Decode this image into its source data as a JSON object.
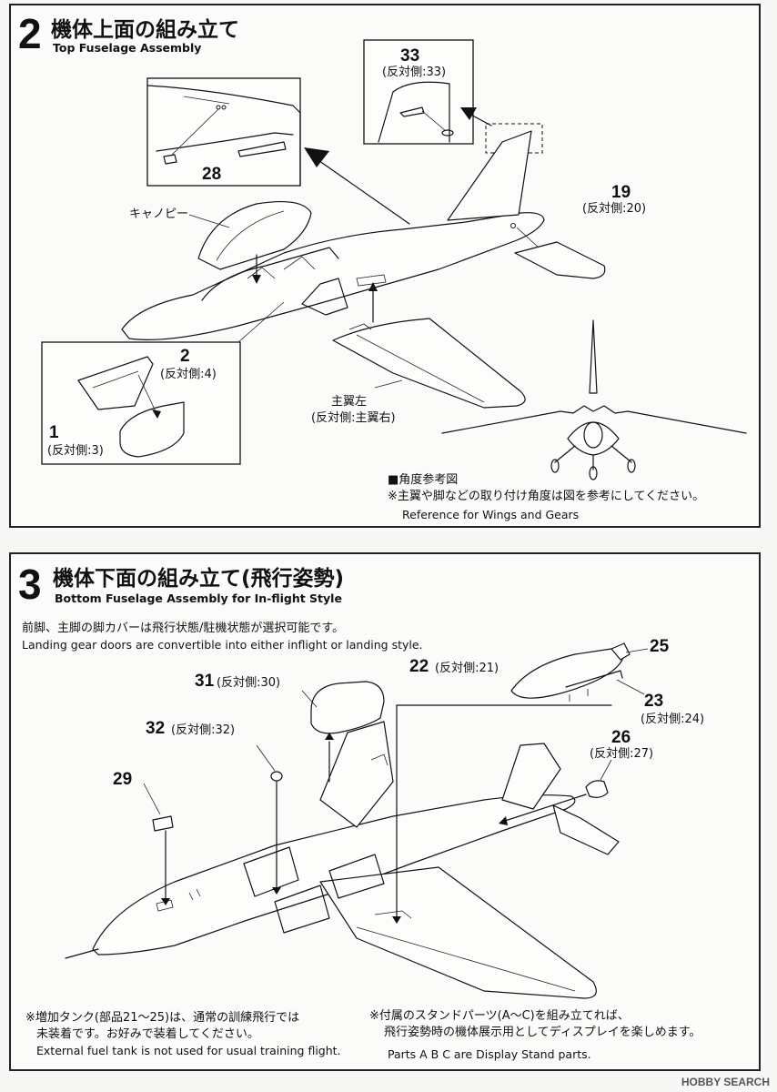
{
  "step2": {
    "number": "2",
    "title_ja": "機体上面の組み立て",
    "title_en": "Top Fuselage Assembly",
    "parts": {
      "p33": {
        "num": "33",
        "opp": "(反対側:33)"
      },
      "p28": {
        "num": "28"
      },
      "p19": {
        "num": "19",
        "opp": "(反対側:20)"
      },
      "p2": {
        "num": "2",
        "opp": "(反対側:4)"
      },
      "p1": {
        "num": "1",
        "opp": "(反対側:3)"
      }
    },
    "canopy_label": "キャノピー",
    "main_wing_label": "主翼左",
    "main_wing_opp": "(反対側:主翼右)",
    "angle_ref_title": "■角度参考図",
    "angle_ref_note": "※主翼や脚などの取り付け角度は図を参考にしてください。",
    "angle_ref_en": "Reference for Wings and Gears"
  },
  "step3": {
    "number": "3",
    "title_ja": "機体下面の組み立て(飛行姿勢)",
    "title_en": "Bottom Fuselage Assembly for In-flight Style",
    "intro_ja": "前脚、主脚の脚カバーは飛行状態/駐機状態が選択可能です。",
    "intro_en": "Landing gear doors are convertible into either inflight or landing style.",
    "parts": {
      "p31": {
        "num": "31",
        "opp": "(反対側:30)"
      },
      "p32": {
        "num": "32",
        "opp": "(反対側:32)"
      },
      "p29": {
        "num": "29"
      },
      "p22": {
        "num": "22",
        "opp": "(反対側:21)"
      },
      "p25": {
        "num": "25"
      },
      "p23": {
        "num": "23",
        "opp": "(反対側:24)"
      },
      "p26": {
        "num": "26",
        "opp": "(反対側:27)"
      }
    },
    "tank_note_line1": "※増加タンク(部品21〜25)は、通常の訓練飛行では",
    "tank_note_line2": "未装着です。お好みで装着してください。",
    "tank_note_en": "External fuel tank is not used for usual training flight.",
    "stand_note_line1": "※付属のスタンドパーツ(A〜C)を組み立てれば、",
    "stand_note_line2": "飛行姿勢時の機体展示用としてディスプレイを楽しめます。",
    "stand_note_en": "Parts A B C are Display Stand parts."
  },
  "watermark": "HOBBY SEARCH"
}
